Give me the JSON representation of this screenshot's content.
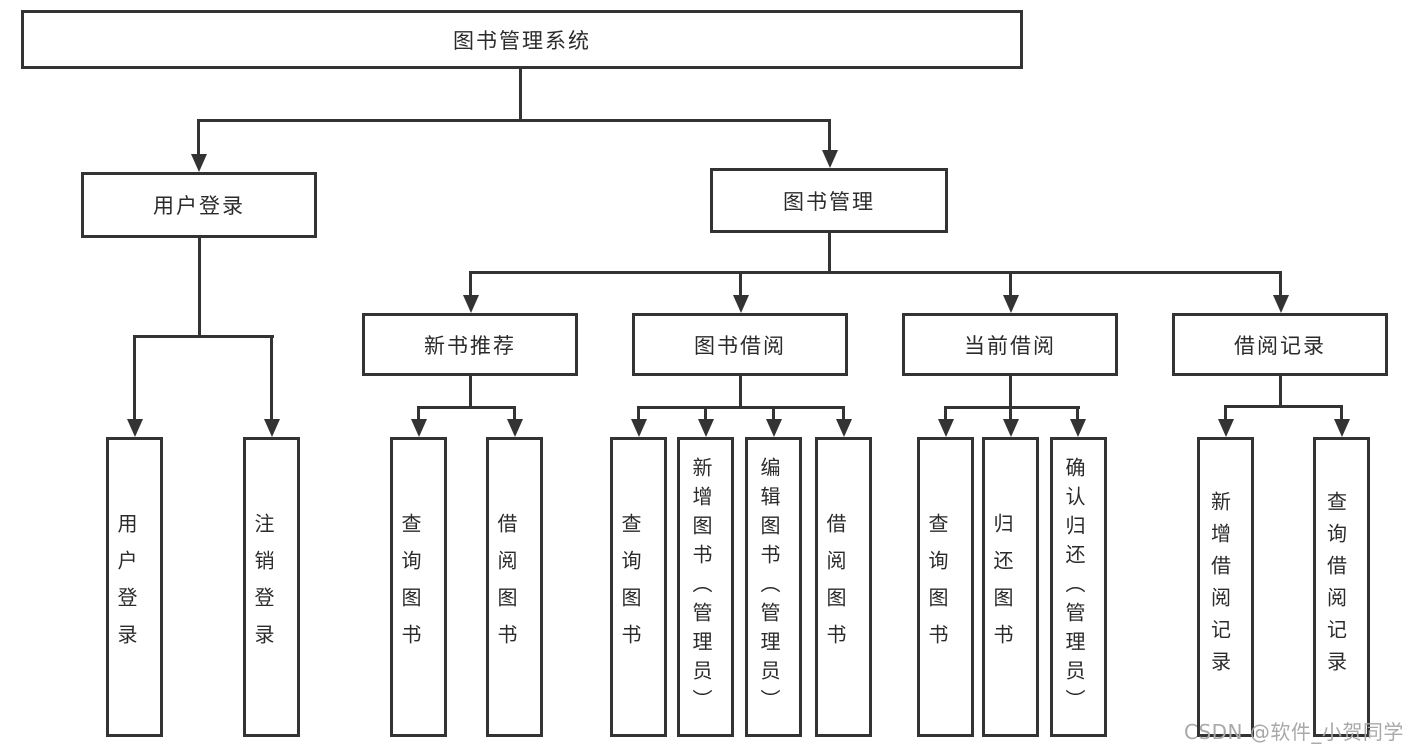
{
  "tree": {
    "label": "图书管理系统",
    "children": [
      {
        "label": "用户登录",
        "children": [
          {
            "label": "用户登录"
          },
          {
            "label": "注销登录"
          }
        ]
      },
      {
        "label": "图书管理",
        "children": [
          {
            "label": "新书推荐",
            "children": [
              {
                "label": "查询图书"
              },
              {
                "label": "借阅图书"
              }
            ]
          },
          {
            "label": "图书借阅",
            "children": [
              {
                "label": "查询图书"
              },
              {
                "label": "新增图书（管理员）"
              },
              {
                "label": "编辑图书（管理员）"
              },
              {
                "label": "借阅图书"
              }
            ]
          },
          {
            "label": "当前借阅",
            "children": [
              {
                "label": "查询图书"
              },
              {
                "label": "归还图书"
              },
              {
                "label": "确认归还（管理员）"
              }
            ]
          },
          {
            "label": "借阅记录",
            "children": [
              {
                "label": "新增借阅记录"
              },
              {
                "label": "查询借阅记录"
              }
            ]
          }
        ]
      }
    ]
  },
  "watermark": {
    "text": "CSDN @软件_小贺同学"
  },
  "colors": {
    "line": "#333333",
    "box_background": "#ffffff",
    "text": "#2b2b2b",
    "watermark": "#a9a9a9"
  }
}
